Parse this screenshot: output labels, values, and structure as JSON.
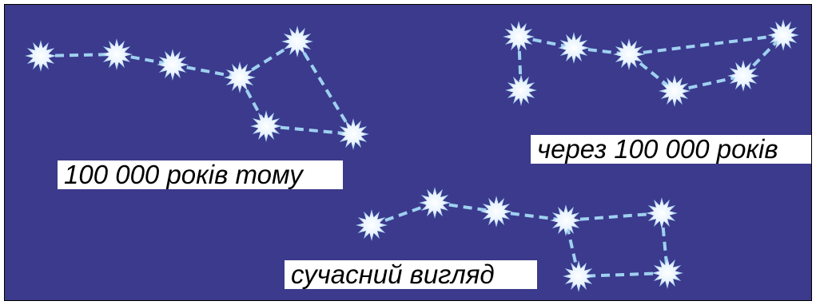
{
  "diagram": {
    "background_color": "#3b3a8c",
    "line_color": "#9fd0f0",
    "star_color_center": "#ffffff",
    "star_color_edge": "#8ec8ee",
    "captions": {
      "past": "100 000 років тому",
      "future": "через 100 000 років",
      "present": "сучасний вигляд"
    },
    "constellations": [
      {
        "id": "past",
        "star_count": 7
      },
      {
        "id": "future",
        "star_count": 7
      },
      {
        "id": "present",
        "star_count": 7
      }
    ]
  }
}
